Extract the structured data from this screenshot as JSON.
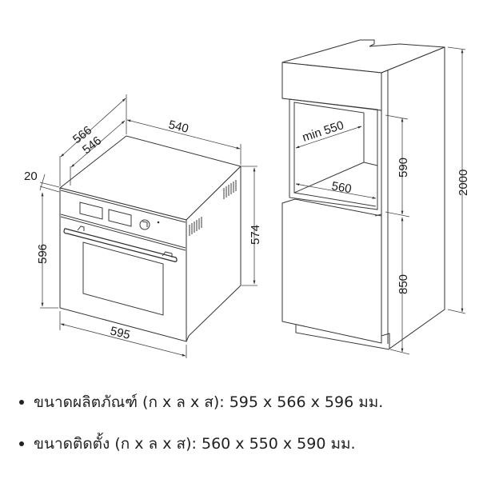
{
  "oven": {
    "dimensions": {
      "total_depth": "566",
      "body_depth": "546",
      "top_width": "540",
      "front_panel_thickness": "20",
      "front_height": "596",
      "body_height": "574",
      "front_width": "595"
    }
  },
  "cabinet": {
    "dimensions": {
      "niche_depth": "min 550",
      "niche_width": "560",
      "niche_height": "590",
      "base_height": "850",
      "total_height": "2000"
    }
  },
  "specs": [
    {
      "text": "ขนาดผลิตภัณฑ์ (ก x ล x ส): 595 x 566 x 596 มม."
    },
    {
      "text": "ขนาดติดตั้ง (ก x ล x ส): 560 x 550 x 590 มม."
    }
  ],
  "colors": {
    "line": "#3a3a3a",
    "text": "#1a1a1a",
    "background": "#ffffff"
  }
}
